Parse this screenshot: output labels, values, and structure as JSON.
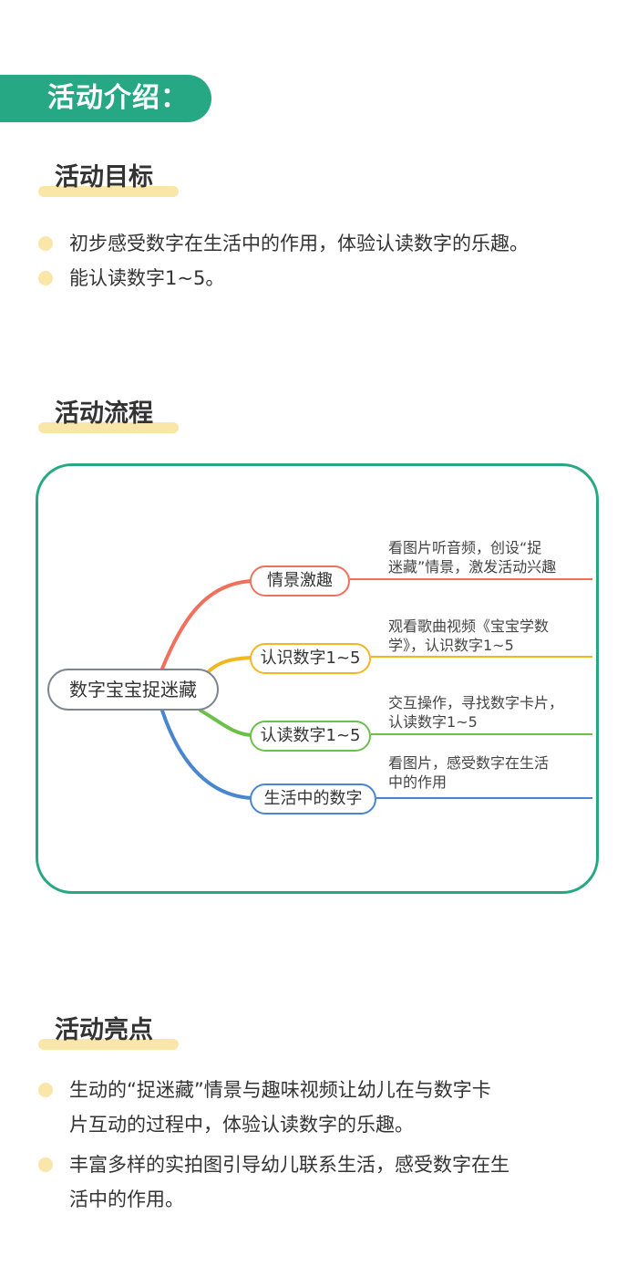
{
  "banner": {
    "title": "活动介绍："
  },
  "goals": {
    "title": "活动目标",
    "items": [
      "初步感受数字在生活中的作用，体验认读数字的乐趣。",
      "能认读数字1~5。"
    ]
  },
  "process": {
    "title": "活动流程",
    "root": "数字宝宝捉迷藏",
    "branches": [
      {
        "label": "情景激趣",
        "note_line1": "看图片听音频，创设“捉",
        "note_line2": "迷藏”情景，激发活动兴趣",
        "color": "#f0705c"
      },
      {
        "label": "认识数字1~5",
        "note_line1": "观看歌曲视频《宝宝学数",
        "note_line2": "学》，认识数字1~5",
        "color": "#f2b71f"
      },
      {
        "label": "认读数字1~5",
        "note_line1": "交互操作，寻找数字卡片，",
        "note_line2": "认读数字1~5",
        "color": "#6cc04a"
      },
      {
        "label": "生活中的数字",
        "note_line1": "看图片，感受数字在生活",
        "note_line2": "中的作用",
        "color": "#4a86d0"
      }
    ]
  },
  "highlights": {
    "title": "活动亮点",
    "items": [
      {
        "line1": "生动的“捉迷藏”情景与趣味视频让幼儿在与数字卡",
        "line2": "片互动的过程中，体验认读数字的乐趣。"
      },
      {
        "line1": "丰富多样的实拍图引导幼儿联系生活，感受数字在生",
        "line2": "活中的作用。"
      }
    ]
  },
  "colors": {
    "accent": "#27a884",
    "highlight": "#fae6a9",
    "root_border": "#7d8591"
  }
}
